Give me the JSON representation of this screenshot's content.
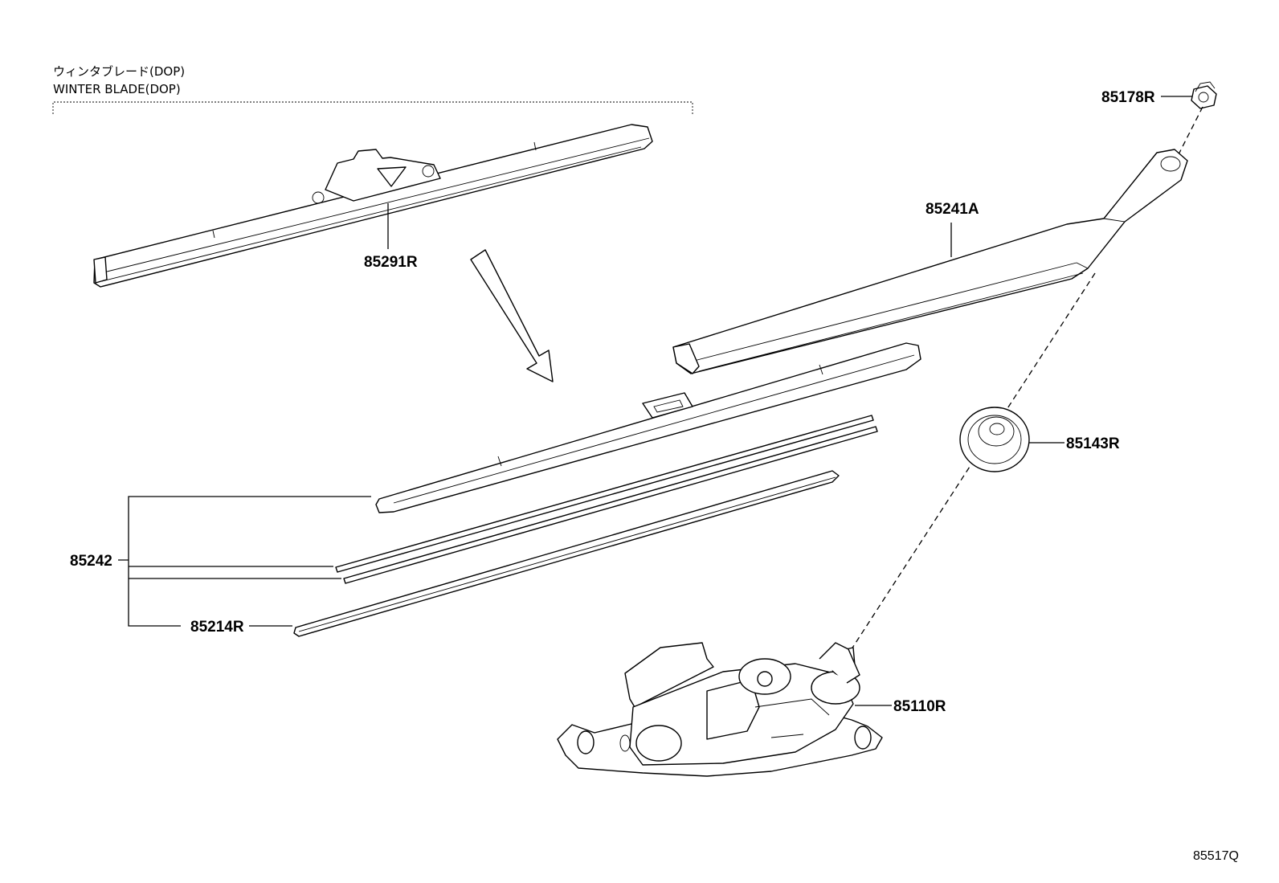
{
  "header": {
    "japanese": "ウィンタブレード(DOP)",
    "english": "WINTER BLADE(DOP)"
  },
  "parts": {
    "winter_blade": "85291R",
    "nut": "85178R",
    "wiper_arm": "85241A",
    "cap": "85143R",
    "blade_assembly": "85242",
    "blade_rubber": "85214R",
    "motor_linkage": "85110R"
  },
  "footer": {
    "diagram_code": "85517Q"
  }
}
